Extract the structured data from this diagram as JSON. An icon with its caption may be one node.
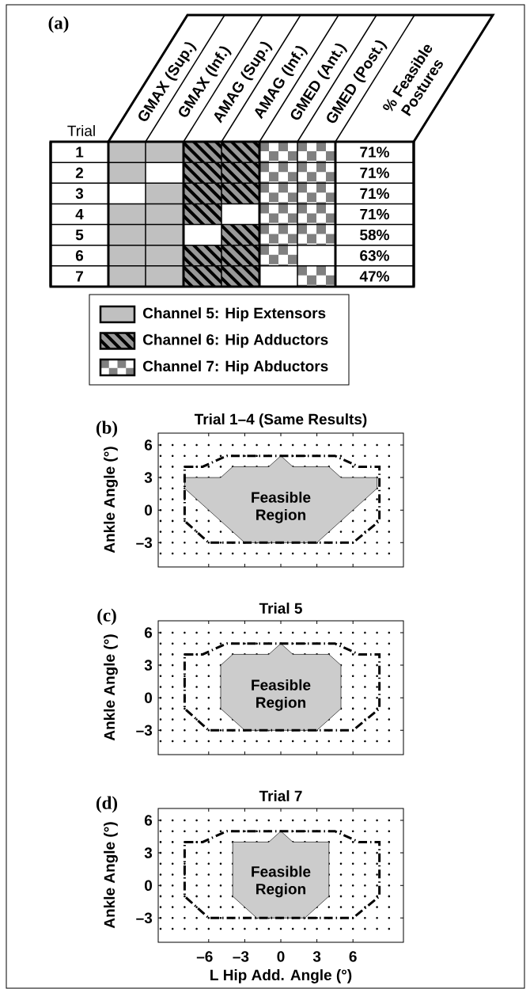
{
  "diagram": {
    "nodes": [
      {
        "text": [
          "Feasible Region"
        ]
      },
      {
        "text": [
          "Feasible Region"
        ]
      },
      {
        "text": [
          "Feasible Region"
        ]
      }
    ],
    "labels": [
      "(a)",
      "GMAX (Sup.)",
      "GMAX (Inf.)",
      "AMAG (Sup.)",
      "AMAG (Inf.)",
      "GMED (Ant.)",
      "GMED (Post.)",
      "% Feasible Postures",
      "Trial",
      "1",
      "71%",
      "2",
      "71%",
      "3",
      "71%",
      "4",
      "71%",
      "5",
      "58%",
      "6",
      "63%",
      "7",
      "47%",
      "(b)",
      "Trial 1–4 (Same Results)",
      "Ankle Angle (°)",
      "6",
      "3",
      "0",
      "–3",
      "(c)",
      "Trial 5",
      "Ankle Angle (°)",
      "6",
      "3",
      "0",
      "–3",
      "(d)",
      "Trial 7",
      "Ankle Angle (°)",
      "6",
      "3",
      "0",
      "–3",
      "–6",
      "–3",
      "0",
      "3",
      "6",
      "L Hip Add. Angle (°)"
    ],
    "legend": [
      {
        "text": "Channel 5: Hip Extensors",
        "color": "#c0c0c0"
      },
      {
        "text": "Channel 6: Hip Adductors"
      },
      {
        "text": "Channel 7: Hip Abductors"
      }
    ]
  }
}
